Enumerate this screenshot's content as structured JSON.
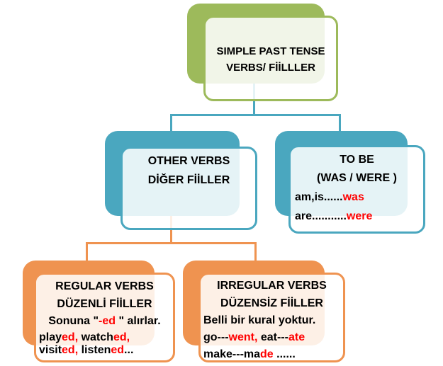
{
  "colors": {
    "green": "#9dba5b",
    "teal": "#4aa7bf",
    "orange": "#ef9350",
    "red": "#ff0000",
    "text": "#000000"
  },
  "boxes": {
    "root": {
      "line1": "SIMPLE PAST TENSE",
      "line2": "VERBS/ FİİLLLER"
    },
    "other": {
      "line1": "OTHER VERBS",
      "line2": "DİĞER FİİLLER"
    },
    "tobe": {
      "line1": "TO BE",
      "line2": "(WAS / WERE )",
      "ex1_black": "am,is......",
      "ex1_red": "was",
      "ex2_black": "are...........",
      "ex2_red": "were"
    },
    "regular": {
      "line1": "REGULAR VERBS",
      "line2": "DÜZENLİ FİİLLER",
      "rule_pre": "Sonuna \"",
      "rule_red": "-ed",
      "rule_post": " \" alırlar.",
      "e1s1": "play",
      "e1s2": "ed,",
      "e1s3": " watch",
      "e1s4": "ed,",
      "e2s1": "visit",
      "e2s2": "ed,",
      "e2s3": " listen",
      "e2s4": "ed",
      "e2s5": "..."
    },
    "irregular": {
      "line1": "IRREGULAR VERBS",
      "line2": "DÜZENSİZ FİİLLER",
      "line3": "Belli bir kural yoktur.",
      "e1s1": "go---",
      "e1s2": "went,",
      "e1s3": " eat---",
      "e1s4": "ate",
      "e2s1": "make---ma",
      "e2s2": "de",
      "e2s3": " ......"
    }
  }
}
